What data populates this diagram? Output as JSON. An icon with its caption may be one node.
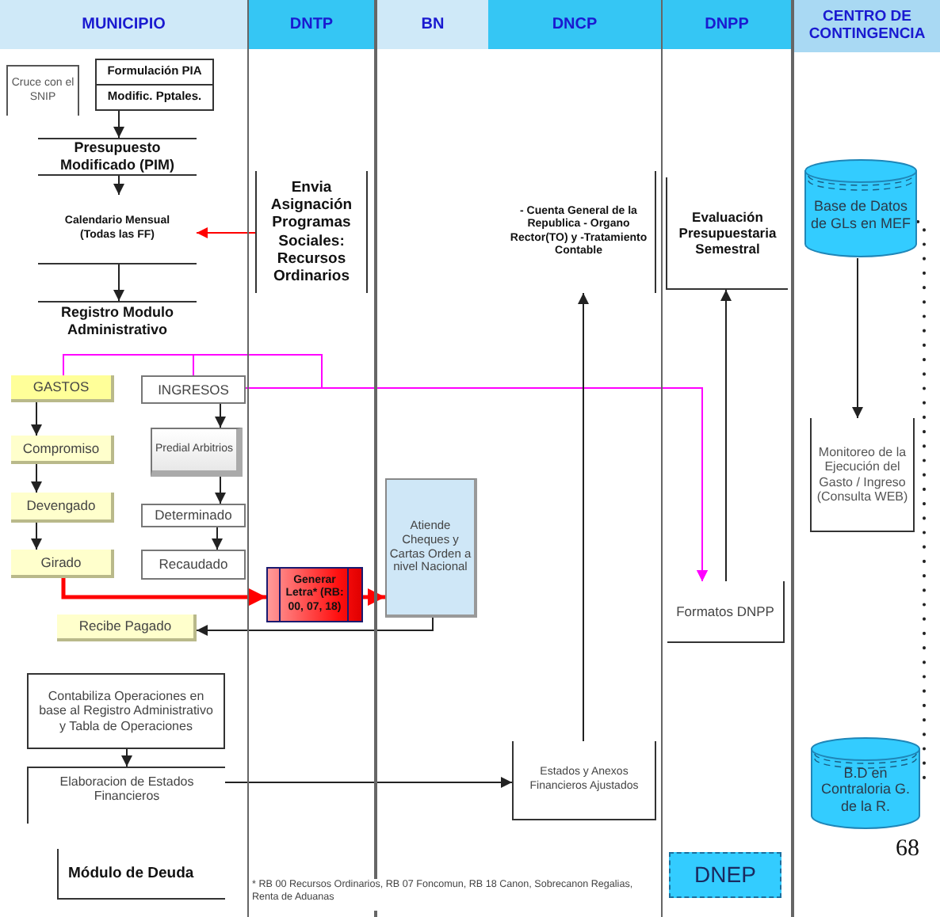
{
  "diagram": {
    "nodes": [
      {
        "text": [
          "MUNICIPIO"
        ]
      },
      {
        "text": [
          "Cruce con el SNIP"
        ],
        "in": 0
      },
      {
        "text": [
          "Formulación PIA",
          "Modific. Pptales."
        ],
        "in": 0
      },
      {
        "text": [
          "Presupuesto Modificado (PIM)"
        ],
        "in": 0
      },
      {
        "text": [
          "Calendario Mensual (Todas las FF)"
        ],
        "in": 0
      },
      {
        "text": [
          "Registro Modulo Administrativo"
        ],
        "in": 0
      },
      {
        "text": [
          "GASTOS"
        ],
        "in": 0
      },
      {
        "text": [
          "INGRESOS"
        ],
        "in": 0
      },
      {
        "text": [
          "Compromiso"
        ],
        "in": 0
      },
      {
        "text": [
          "Predial Arbitrios"
        ],
        "in": 0
      },
      {
        "text": [
          "Devengado"
        ],
        "in": 0
      },
      {
        "text": [
          "Determinado"
        ],
        "in": 0
      },
      {
        "text": [
          "Girado"
        ],
        "in": 0
      },
      {
        "text": [
          "Recaudado"
        ],
        "in": 0
      },
      {
        "text": [
          "Recibe Pagado"
        ],
        "in": 0
      },
      {
        "text": [
          "Contabiliza Operaciones en base al Registro Administrativo y Tabla de Operaciones"
        ],
        "in": 0
      },
      {
        "text": [
          "Elaboracion de Estados Financieros"
        ],
        "in": 0
      },
      {
        "text": [
          "Módulo de Deuda"
        ],
        "in": 0
      },
      {
        "text": [
          "DNTP"
        ]
      },
      {
        "text": [
          "Envia Asignación Programas Sociales: Recursos Ordinarios"
        ],
        "in": 18
      },
      {
        "text": [
          "Generar Letra* (RB: 00, 07, 18)"
        ],
        "in": 18
      },
      {
        "text": [
          "BN"
        ]
      },
      {
        "text": [
          "Atiende Cheques y Cartas Orden a nivel Nacional"
        ],
        "in": 21
      },
      {
        "text": [
          "DNCP"
        ]
      },
      {
        "text": [
          "- Cuenta General de la Republica - Organo Rector(TO) y -Tratamiento Contable"
        ],
        "in": 23
      },
      {
        "text": [
          "Estados y Anexos Financieros Ajustados"
        ],
        "in": 23
      },
      {
        "text": [
          "DNPP"
        ]
      },
      {
        "text": [
          "Evaluación Presupuestaria Semestral"
        ],
        "in": 26
      },
      {
        "text": [
          "Formatos DNPP"
        ],
        "in": 26
      },
      {
        "text": [
          "DNEP"
        ],
        "in": 26
      },
      {
        "text": [
          "CENTRO DE CONTINGENCIA"
        ]
      },
      {
        "text": [
          "Base de Datos de GLs en MEF"
        ],
        "in": 30
      },
      {
        "text": [
          "Monitoreo de la Ejecución del Gasto / Ingreso (Consulta WEB)"
        ],
        "in": 30
      },
      {
        "text": [
          "B.D en Contraloria G. de la R."
        ],
        "in": 30
      }
    ],
    "edges": [
      {
        "from": 2,
        "to": 3,
        "arrow": "to"
      },
      {
        "from": 3,
        "to": 4,
        "arrow": "to"
      },
      {
        "from": 19,
        "to": 4,
        "arrow": "to",
        "color": "#ff0000"
      },
      {
        "from": 4,
        "to": 5,
        "arrow": "to"
      },
      {
        "from": 6,
        "to": 7,
        "arrow": "none",
        "color": "#ff00ff"
      },
      {
        "from": 6,
        "to": 28,
        "arrow": "to",
        "color": "#ff00ff"
      },
      {
        "from": 7,
        "to": 28,
        "arrow": "to",
        "color": "#ff00ff"
      },
      {
        "from": 6,
        "to": 8,
        "arrow": "to"
      },
      {
        "from": 8,
        "to": 10,
        "arrow": "to"
      },
      {
        "from": 10,
        "to": 12,
        "arrow": "to"
      },
      {
        "from": 7,
        "to": 9,
        "arrow": "to"
      },
      {
        "from": 9,
        "to": 11,
        "arrow": "to"
      },
      {
        "from": 11,
        "to": 13,
        "arrow": "to"
      },
      {
        "from": 12,
        "to": 20,
        "arrow": "to",
        "style": "thick",
        "color": "#ff0000"
      },
      {
        "from": 20,
        "to": 22,
        "arrow": "to",
        "style": "thick",
        "color": "#ff0000"
      },
      {
        "from": 22,
        "to": 14,
        "arrow": "to"
      },
      {
        "from": 15,
        "to": 16,
        "arrow": "to"
      },
      {
        "from": 16,
        "to": 25,
        "arrow": "to"
      },
      {
        "from": 25,
        "to": 24,
        "arrow": "to"
      },
      {
        "from": 28,
        "to": 27,
        "arrow": "to"
      },
      {
        "from": 31,
        "to": 32,
        "arrow": "to"
      },
      {
        "from": 31,
        "to": 33,
        "arrow": "none",
        "style": "dashed"
      }
    ],
    "labels": [
      "68",
      "* RB 00 Recursos Ordinarios, RB 07 Foncomun, RB 18 Canon, Sobrecanon Regalias, Renta de Aduanas"
    ]
  }
}
